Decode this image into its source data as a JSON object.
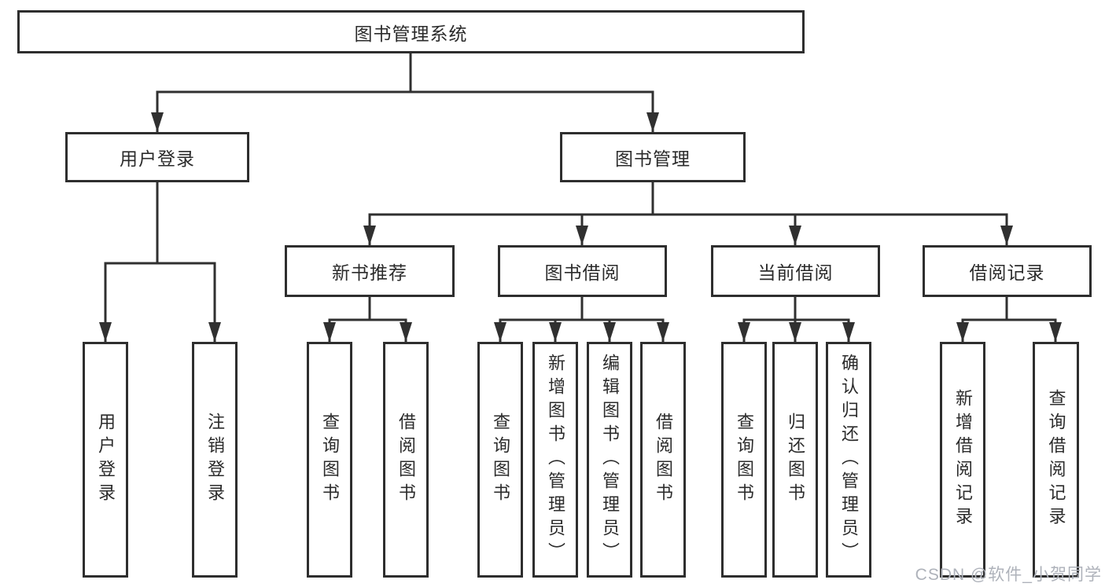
{
  "diagram": {
    "root": {
      "label": "图书管理系统"
    },
    "level2": [
      {
        "label": "用户登录"
      },
      {
        "label": "图书管理"
      }
    ],
    "level3": [
      {
        "label": "新书推荐"
      },
      {
        "label": "图书借阅"
      },
      {
        "label": "当前借阅"
      },
      {
        "label": "借阅记录"
      }
    ],
    "leaves": [
      {
        "label": "用户登录"
      },
      {
        "label": "注销登录"
      },
      {
        "label": "查询图书"
      },
      {
        "label": "借阅图书"
      },
      {
        "label": "查询图书"
      },
      {
        "label": "新增图书（管理员）"
      },
      {
        "label": "编辑图书（管理员）"
      },
      {
        "label": "借阅图书"
      },
      {
        "label": "查询图书"
      },
      {
        "label": "归还图书"
      },
      {
        "label": "确认归还（管理员）"
      },
      {
        "label": "新增借阅记录"
      },
      {
        "label": "查询借阅记录"
      }
    ],
    "line_color": "#303030"
  },
  "watermark": {
    "text": "CSDN @软件_小贺同学"
  }
}
